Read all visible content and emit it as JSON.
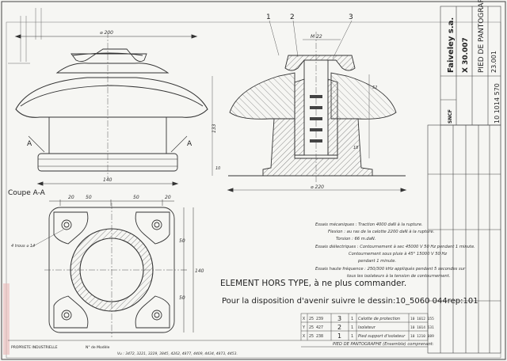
{
  "title_block": {
    "company": "Faiveley s.a.",
    "part_code": "X 30.007",
    "drawing_title": "PIED DE PANTOGRAPHE",
    "number_top": "23.001",
    "number_bottom": "10 1014 570",
    "brand_small": "SNCF"
  },
  "views": {
    "section_label": "Coupe A-A",
    "section_mark": "A",
    "top_dim": "⌀ 200",
    "callouts": [
      "1",
      "2",
      "3"
    ],
    "thread_dim": "M 22",
    "height_dim": "133",
    "base_dim_right": "⌀ 220",
    "small_dims": [
      "10",
      "18",
      "52"
    ],
    "plan_overall": "140",
    "plan_segments": [
      "20",
      "50",
      "50",
      "20"
    ],
    "plan_side": [
      "50",
      "50",
      "140"
    ],
    "holes_note": "4 trous ⌀ 14"
  },
  "notes": [
    "Essais mécaniques : Traction 4000 daN à la rupture.",
    "Flexion : au ras de la calotte 2200 daN à la rupture.",
    "Torsion : 66 m.daN.",
    "Essais diélectriques : Contournement à sec 45000 V 50 Hz pendant 1 minute.",
    "Contournement sous pluie à 45° 15000 V 50 Hz",
    "pendant 1 minute.",
    "Essais haute fréquence : 250/300 kHz appliqués pendant 5 secondes sur",
    "tous les isolateurs à la tension de contournement."
  ],
  "stamps": {
    "element": "ELEMENT HORS TYPE, à ne plus commander.",
    "disposition": "Pour la disposition d'avenir suivre le dessin:10_5060 044rep:101"
  },
  "parts": [
    {
      "letter": "X",
      "code": "25 239",
      "rep": "3",
      "qty": "1",
      "desc": "Calotte de protection",
      "ref": "10 1012 155"
    },
    {
      "letter": "Y",
      "code": "25 427",
      "rep": "2",
      "qty": "1",
      "desc": "Isolateur",
      "ref": "10 1014 531"
    },
    {
      "letter": "X",
      "code": "25 238",
      "rep": "1",
      "qty": "1",
      "desc": "Pied support d'isolateur",
      "ref": "10 1210 089"
    }
  ],
  "assembly_line": "PIED DE PANTOGRAPHE (Ensemble) comprenant:",
  "footer": {
    "property": "PROPRIETE INDUSTRIELLE",
    "model": "N° de Modèle",
    "refs": "Vu : 3472, 3221, 3229, 3845, 4262, 4877, 4409, 4434, 4873, 4453."
  }
}
